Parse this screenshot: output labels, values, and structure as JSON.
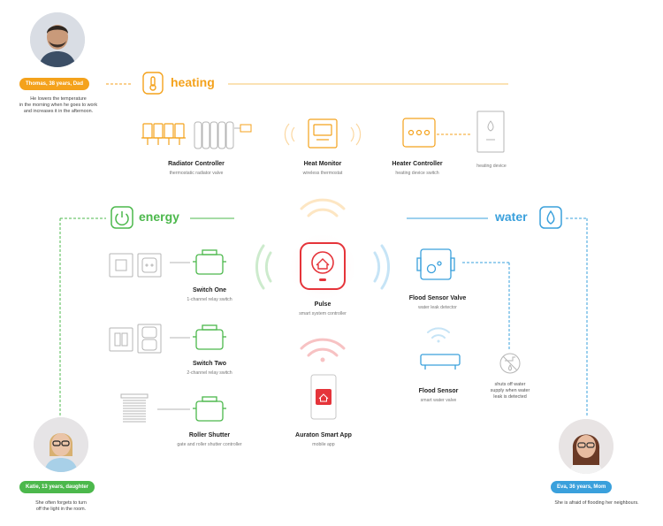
{
  "personas": {
    "thomas": {
      "badge": "Thomas, 38 years, Dad",
      "desc": [
        "He lowers the temperature",
        "in the morning when he goes to work",
        "and increases it in the afternoon."
      ]
    },
    "katie": {
      "badge": "Katie, 13 years, daughter",
      "desc": [
        "She often forgets to turn",
        "off the light in the room."
      ]
    },
    "eva": {
      "badge": "Eva, 36 years, Mom",
      "desc": [
        "She is afraid of flooding her neighbours."
      ]
    }
  },
  "categories": {
    "heating": "heating",
    "energy": "energy",
    "water": "water"
  },
  "devices": {
    "radiator": {
      "name": "Radiator Controller",
      "sub": "thermostatic radiator valve"
    },
    "heat_monitor": {
      "name": "Heat Monitor",
      "sub": "wireless thermostat"
    },
    "heater_controller": {
      "name": "Heater Controller",
      "sub": "heating device switch"
    },
    "heating_device": {
      "sub": "heating device"
    },
    "switch_one": {
      "name": "Switch One",
      "sub": "1-channel relay switch"
    },
    "switch_two": {
      "name": "Switch Two",
      "sub": "2-channel relay switch"
    },
    "roller": {
      "name": "Roller Shutter",
      "sub": "gate and roller shutter controller"
    },
    "pulse": {
      "name": "Pulse",
      "sub": "smart system controller"
    },
    "app": {
      "name": "Auraton Smart App",
      "sub": "mobile app"
    },
    "flood_valve": {
      "name": "Flood Sensor Valve",
      "sub": "water leak detector"
    },
    "flood_sensor": {
      "name": "Flood Sensor",
      "sub": "smart water valve"
    },
    "shutoff": {
      "lines": [
        "shuts off water",
        "supply when water",
        "leak is detected"
      ]
    }
  },
  "colors": {
    "heating": "#f4a21c",
    "energy": "#4cb84c",
    "water": "#3aa0dc",
    "pulse": "#e5343a",
    "grey": "#b5b5b5"
  },
  "icons": [
    "thermometer-icon",
    "power-icon",
    "water-drop-icon",
    "home-icon",
    "flame-icon",
    "wifi-icon"
  ]
}
